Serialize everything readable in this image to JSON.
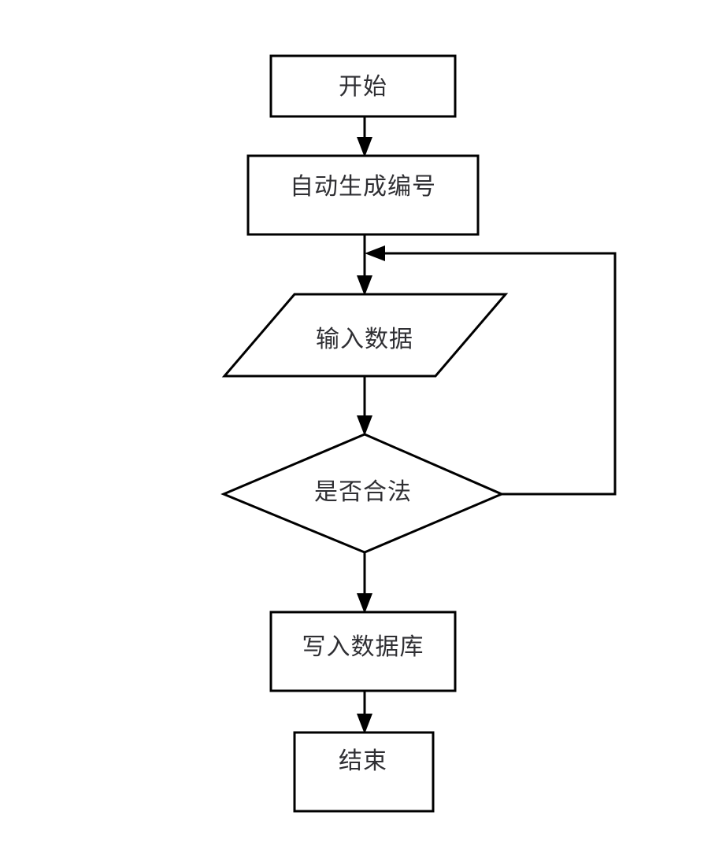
{
  "diagram": {
    "type": "flowchart",
    "orientation": "top-to-bottom",
    "title": "",
    "background_color": "#ffffff",
    "line_color": "#000000",
    "text_color": "#2f2f33",
    "nodes": [
      {
        "id": "start",
        "label": "开始",
        "shape": "rectangle",
        "role": "terminator-start"
      },
      {
        "id": "auto-number",
        "label": "自动生成编号",
        "shape": "rectangle",
        "role": "process"
      },
      {
        "id": "input-data",
        "label": "输入数据",
        "shape": "parallelogram",
        "role": "input-output"
      },
      {
        "id": "is-valid",
        "label": "是否合法",
        "shape": "diamond",
        "role": "decision"
      },
      {
        "id": "write-database",
        "label": "写入数据库",
        "shape": "rectangle",
        "role": "process"
      },
      {
        "id": "end",
        "label": "结束",
        "shape": "rectangle",
        "role": "terminator-end"
      }
    ],
    "edges": [
      {
        "id": "e1",
        "from": "start",
        "to": "auto-number",
        "label": "",
        "arrow": "down"
      },
      {
        "id": "e2",
        "from": "auto-number",
        "to": "input-data",
        "label": "",
        "arrow": "down"
      },
      {
        "id": "e3",
        "from": "input-data",
        "to": "is-valid",
        "label": "",
        "arrow": "down"
      },
      {
        "id": "e4",
        "from": "is-valid",
        "to": "write-database",
        "label": "",
        "arrow": "down"
      },
      {
        "id": "e5",
        "from": "write-database",
        "to": "end",
        "label": "",
        "arrow": "down"
      },
      {
        "id": "e6",
        "from": "is-valid",
        "to": "input-data",
        "label": "",
        "arrow": "left",
        "routing": "right-loop-back"
      }
    ]
  }
}
